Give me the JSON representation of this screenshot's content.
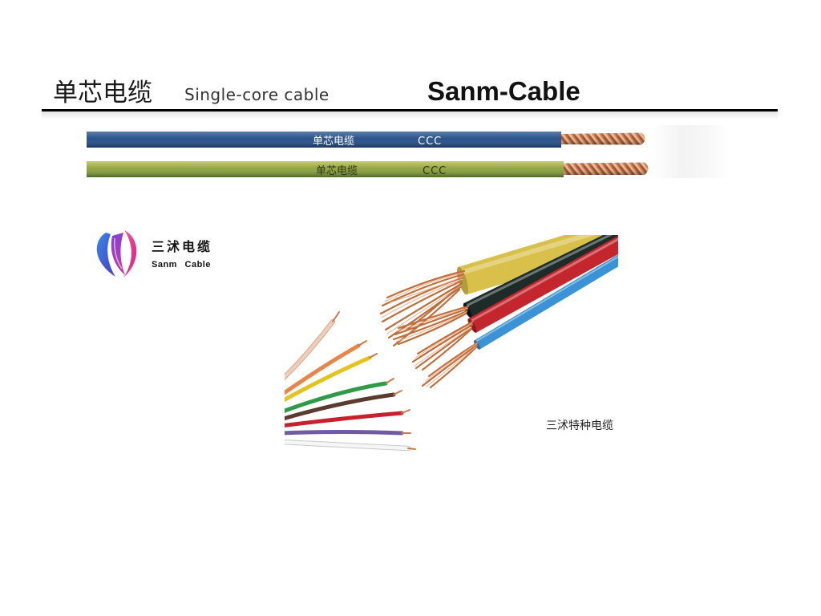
{
  "header": {
    "title_cn": "单芯电缆",
    "title_en": "Single-core cable",
    "brand": "Sanm-Cable"
  },
  "single_core_cables": [
    {
      "print_cn": "单芯电缆",
      "print_mark": "CCC",
      "jacket_color": "#1f4a86",
      "print_color": "#ffffff"
    },
    {
      "print_cn": "单芯电缆",
      "print_mark": "CCC",
      "jacket_color": "#7f9b34",
      "print_color": "#2e3318"
    }
  ],
  "logo": {
    "icon": "sanm-logo-icon",
    "name_cn": "三沭电缆",
    "name_en": "Sanm Cable"
  },
  "photo": {
    "caption": "三沭特种电缆",
    "thick_wire_colors": [
      "#d8c04a",
      "#1d2b29",
      "#c3262d",
      "#3b92d4"
    ],
    "thin_wire_colors": [
      "#f0cdb8",
      "#e8864a",
      "#e6c21c",
      "#2f9a48",
      "#5b3b2e",
      "#c8202c",
      "#6f5aa6",
      "#f6f6f6"
    ]
  },
  "colors": {
    "copper": "#bf6e3c",
    "copper_light": "#eeb08a",
    "rule": "#000000"
  }
}
